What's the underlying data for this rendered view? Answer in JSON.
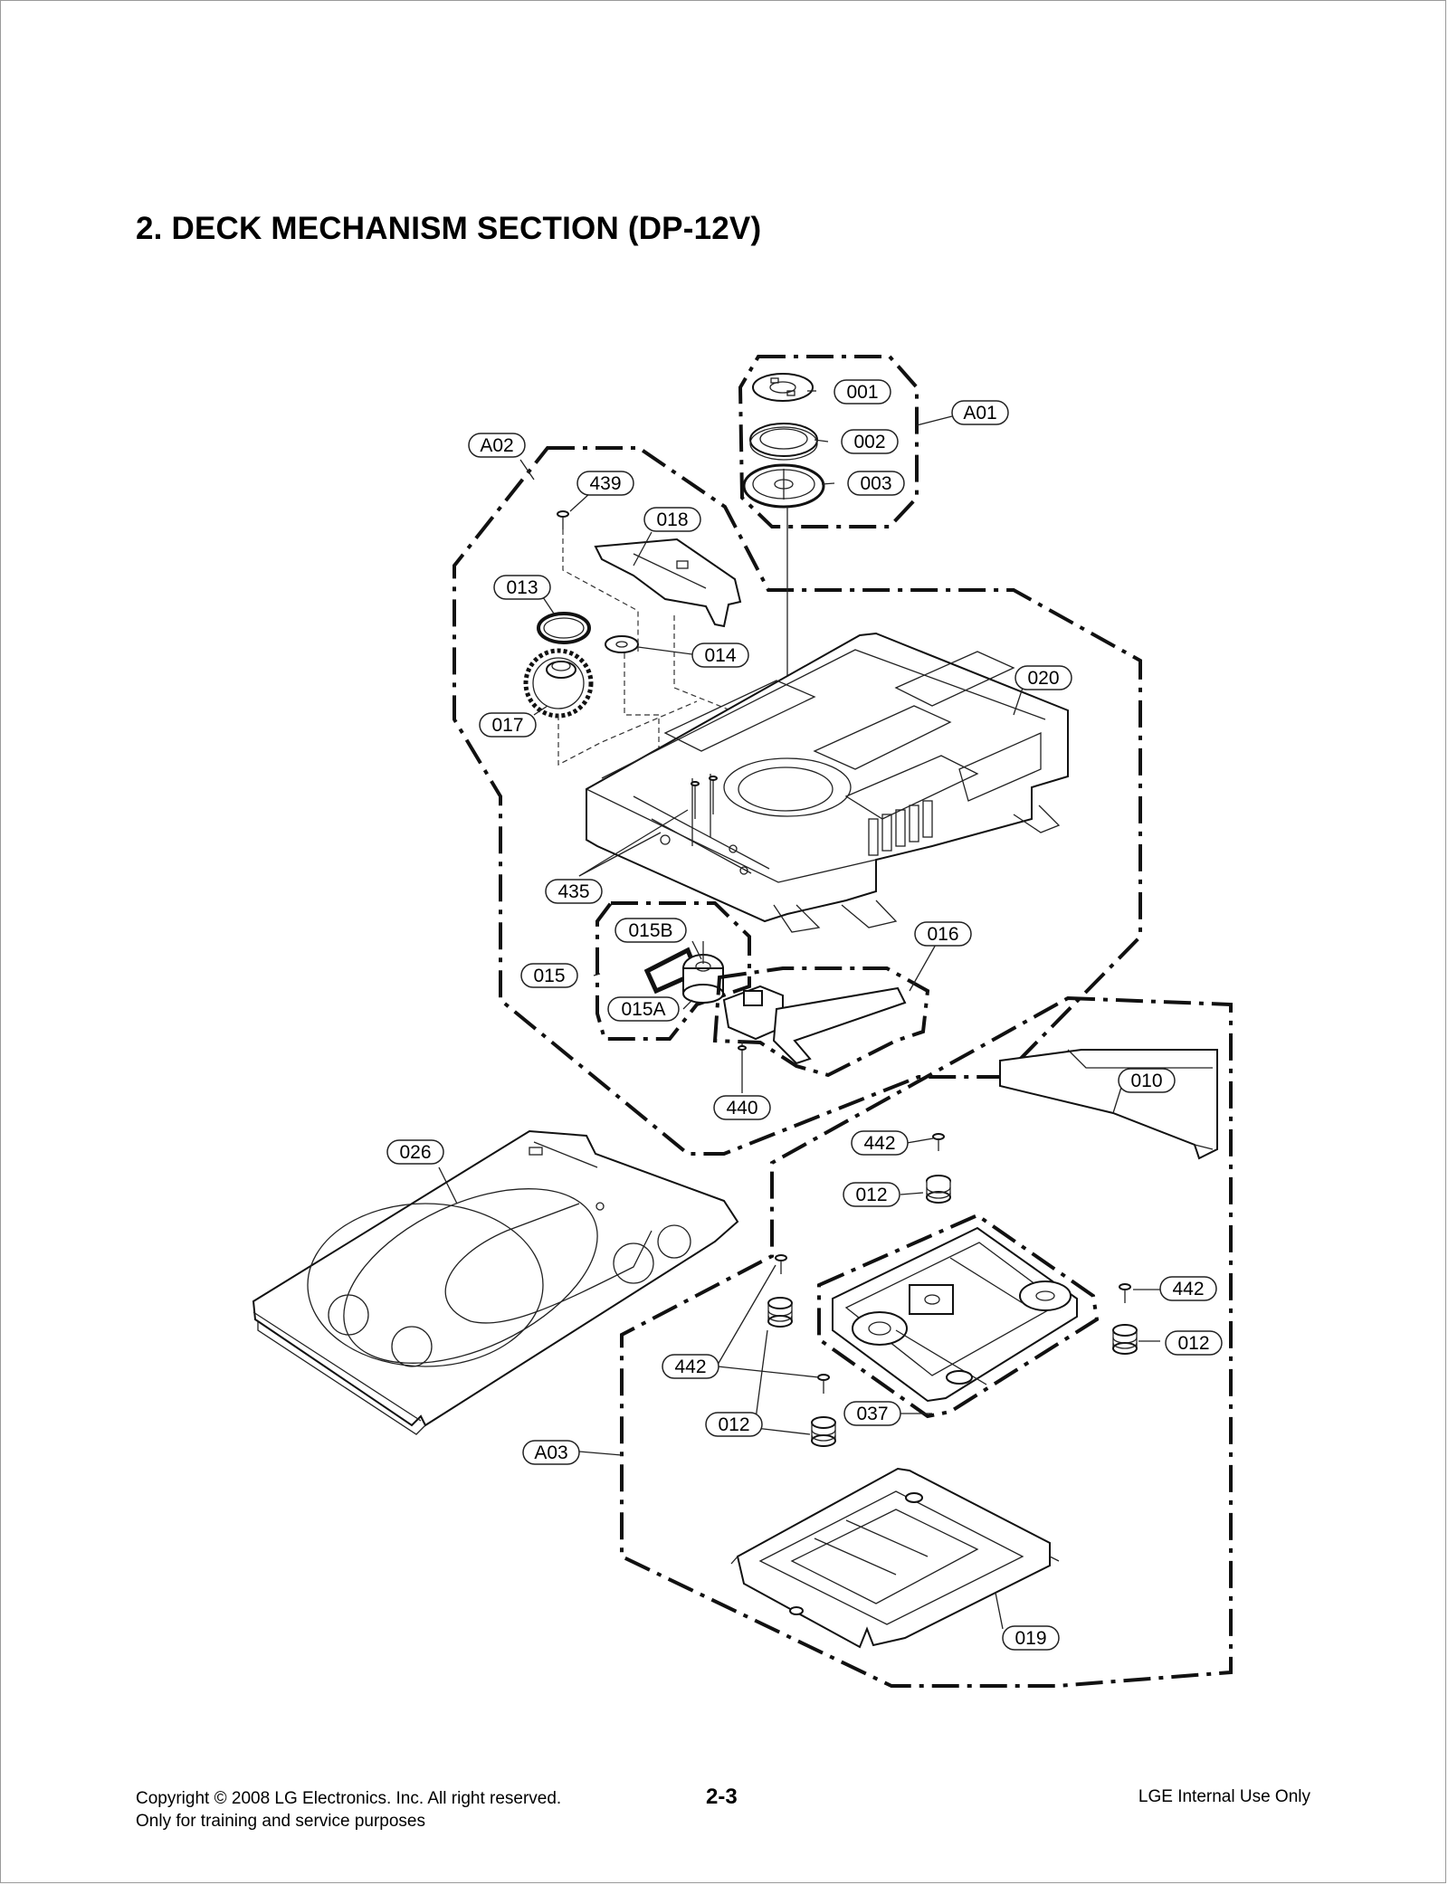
{
  "title": "2. DECK MECHANISM SECTION (DP-12V)",
  "parts": {
    "001": "001",
    "002": "002",
    "003": "003",
    "A01": "A01",
    "A02": "A02",
    "439": "439",
    "018": "018",
    "013": "013",
    "014": "014",
    "017": "017",
    "020": "020",
    "435": "435",
    "015B": "015B",
    "015": "015",
    "015A": "015A",
    "016": "016",
    "440": "440",
    "010": "010",
    "442": "442",
    "012": "012",
    "026": "026",
    "037": "037",
    "A03": "A03",
    "019": "019"
  },
  "footer": {
    "copyright": "Copyright © 2008 LG Electronics. Inc. All right reserved.",
    "purpose": "Only for training and service purposes",
    "page_number": "2-3",
    "internal": "LGE Internal Use Only"
  }
}
